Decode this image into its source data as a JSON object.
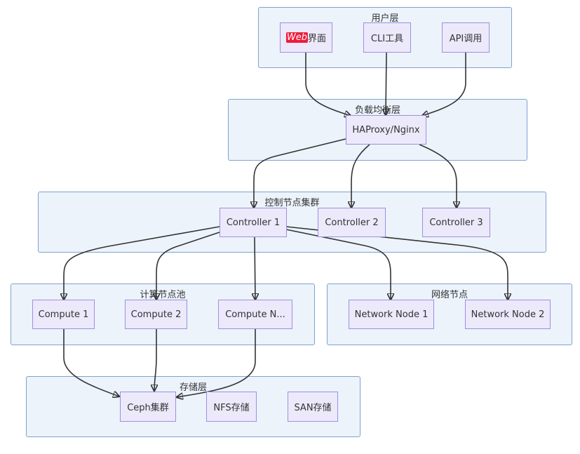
{
  "groups": {
    "user": "用户层",
    "lb": "负载均衡层",
    "control": "控制节点集群",
    "compute": "计算节点池",
    "network": "网络节点",
    "storage": "存储层"
  },
  "nodes": {
    "web_highlight": "Web",
    "web_rest": "界面",
    "cli": "CLI工具",
    "api": "API调用",
    "haproxy": "HAProxy/Nginx",
    "controller1": "Controller 1",
    "controller2": "Controller 2",
    "controller3": "Controller 3",
    "compute1": "Compute 1",
    "compute2": "Compute 2",
    "computeN": "Compute N...",
    "network1": "Network Node 1",
    "network2": "Network Node 2",
    "ceph": "Ceph集群",
    "nfs": "NFS存储",
    "san": "SAN存储"
  },
  "colors": {
    "group_fill": "#ecf3fb",
    "group_border": "#7fa2cf",
    "node_fill": "#ece9fb",
    "node_border": "#9d8fe0",
    "edge": "#333333",
    "highlight": "#ee1c3a"
  }
}
